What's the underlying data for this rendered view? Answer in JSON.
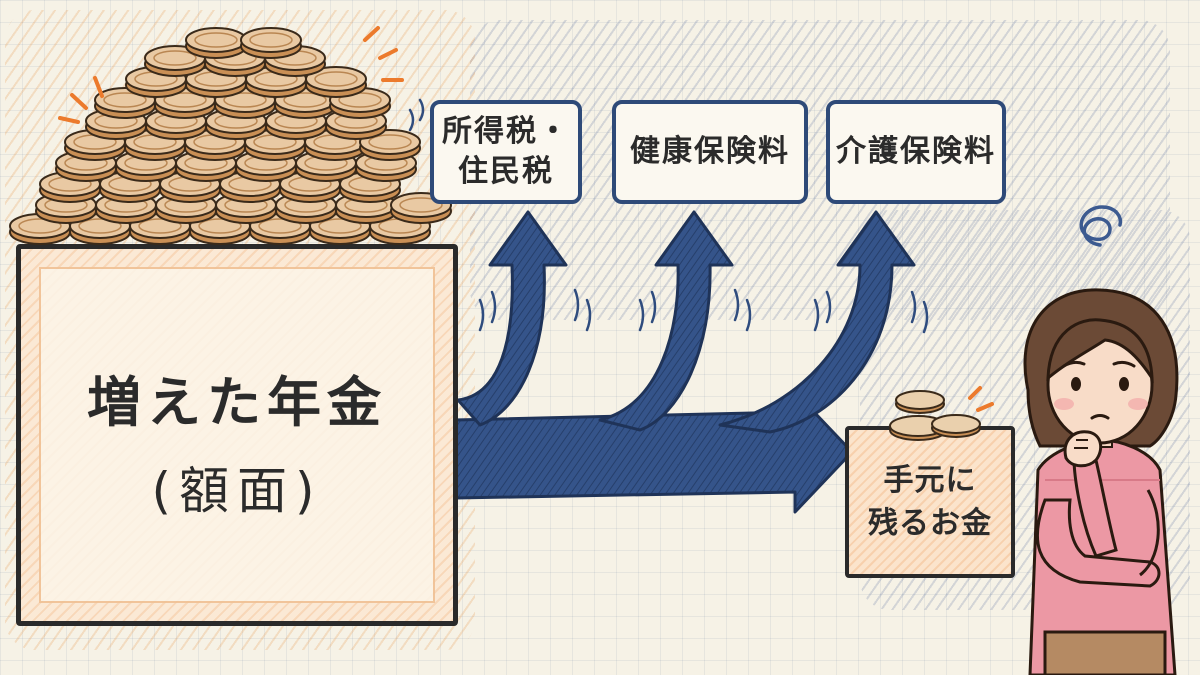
{
  "main": {
    "title": "増えた年金",
    "subtitle": "(額面)"
  },
  "deductions": [
    {
      "label_line1": "所得税・",
      "label_line2": "住民税"
    },
    {
      "label_line1": "健康保険料",
      "label_line2": ""
    },
    {
      "label_line1": "介護保険料",
      "label_line2": ""
    }
  ],
  "remaining": {
    "label_line1": "手元に",
    "label_line2": "残るお金"
  },
  "colors": {
    "arrow": "#2f4c7e",
    "coin": "#e9c9a3",
    "coin_edge": "#c98f55",
    "accent_orange": "#ec7a2c",
    "box_outline": "#2e4a78"
  },
  "icons": [
    "coin-pile-icon",
    "small-coin-pile-icon",
    "worried-woman-icon",
    "spiral-icon"
  ]
}
